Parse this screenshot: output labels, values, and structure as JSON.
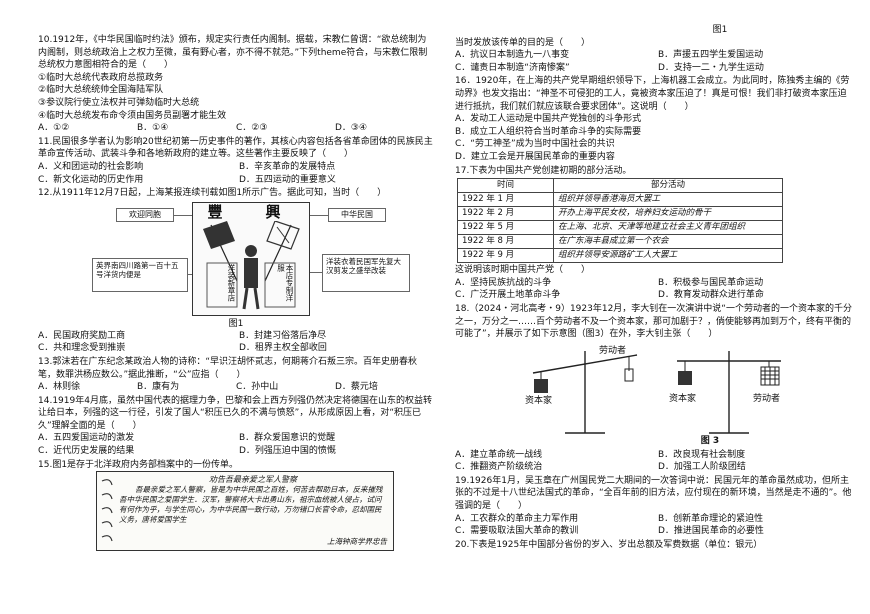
{
  "left": {
    "q10": {
      "stem": "10.1912年，《中华民国临时约法》颁布，规定实行责任内阁制。据载，宋教仁曾谓：“欲总统制为内阁制，则总统政治上之权力至微，虽有野心者，亦不得不就范。”下列theme符合，与宋教仁限制总统权力意图相符合的是（　　）",
      "items": [
        "①临时大总统代表政府总揽政务",
        "②临时大总统统帅全国海陆军队",
        "③参议院行使立法权并可弹劾临时大总统",
        "④临时大总统发布命令须由国务员副署才能生效"
      ],
      "options": [
        "A．①②",
        "B．①④",
        "C．②③",
        "D．③④"
      ]
    },
    "q11": {
      "stem": "11.民国很多学者认为影响20世纪初第一历史事件的著作，其核心内容包括各省革命团体的民族民主革命宣传活动、武装斗争和各地新政府的建立等。这些著作主要反映了（　　）",
      "options": [
        "A．义和团运动的社会影响",
        "B．辛亥革命的发展特点",
        "C．新文化运动的历史作用",
        "D．五四运动的重要意义"
      ]
    },
    "q12": {
      "stem": "12.从1911年12月7日起，上海某报连续刊载如图1所示广告。据此可知，当时（　　）",
      "ad_title": "豐　興",
      "flag_left": "欢迎同胞",
      "flag_right": "中华民国",
      "box_left": "英界南四川路第一百十五号洋货内便是",
      "box_right": "洋装衣着民国军先复大汉剪发之盛举改装",
      "sign_left": "洋装新章店",
      "sign_right": "本店专制洋服",
      "caption": "图1",
      "options": [
        "A．民国政府奖励工商",
        "B．封建习俗落后净尽",
        "C．共和理念受到推崇",
        "D．租界主权全部收回"
      ]
    },
    "q13": {
      "stem": "13.郭沫若在广东纪念某政治人物的诗称：“早识汪胡怀贰志，何期蒋介石叛三宗。百年史册春秋笔，数罪洪杨应数公。”据此推断，“公”应指（　　）",
      "options": [
        "A．林则徐",
        "B．康有为",
        "C．孙中山",
        "D．蔡元培"
      ]
    },
    "q14": {
      "stem": "14.1919年4月底，虽然中国代表的据理力争，巴黎和会上西方列强仍然决定将德国在山东的权益转让给日本，列强的这一行径，引发了国人“积压已久的不满与愤怒”，从形成原因上看，对“积压已久”理解全面的是（　　）",
      "options": [
        "A．五四爱国运动的激发",
        "B．群众爱国意识的觉醒",
        "C．近代历史发展的结果",
        "D．列强压迫中国的愤慨"
      ]
    },
    "q15": {
      "stem": "15.图1是存于北洋政府内务部档案中的一份传单。",
      "title": "劝告吾最亲爱之军人警察",
      "body": "吾最亲爱之军人警察，皆是为中华民国之百姓，何苦去帮助日本，反来摧残吾中华民国之爱国学生．汉军，警察将大卡出勇山东，祖宗血统被人侵占，试问有何作为乎，与学生同心，为中华民国一致行动，万勿错口长官令命，忍却国民义务，唐将爱国学生",
      "signature": "上海钟商学界忠告"
    }
  },
  "right": {
    "fig1_caption": "图1",
    "q15_cont": "当时发放该传单的目的是（　　）",
    "q15_options": [
      "A．抗议日本制造九一八事变",
      "B．声援五四学生爱国运动",
      "C．谴责日本制造“济南惨案”",
      "D．支持一二・九学生运动"
    ],
    "q16": {
      "stem": "16．1920年，在上海的共产党早期组织领导下，上海机器工会成立。为此同时，陈独秀主编的《劳动界》也发文指出：“神圣不可侵犯的工人，竟被资本家压迫了！真是可恨！我们非打破资本家压迫进行抵抗，我们就们就应该联合要求团体”。这说明（　　）",
      "options": [
        "A．发动工人运动是中国共产党独创的斗争形式",
        "B．成立工人组织符合当时革命斗争的实际需要",
        "C．“劳工神圣”成为当时中国社会的共识",
        "D．建立工会是开展国民革命的重要内容"
      ]
    },
    "q17": {
      "stem": "17.下表为中国共产党创建初期的部分活动。",
      "table_headers": [
        "时间",
        "部分活动"
      ],
      "table_rows": [
        [
          "1922 年 1 月",
          "组织并领导香港海员大罢工"
        ],
        [
          "1922 年 2 月",
          "开办上海平民女校，培养妇女运动的骨干"
        ],
        [
          "1922 年 5 月",
          "在上海、北京、天津等地建立社会主义青年团组织"
        ],
        [
          "1922 年 8 月",
          "在广东海丰县成立第一个农会"
        ],
        [
          "1922 年 9 月",
          "组织并领导安源路矿工人大罢工"
        ]
      ],
      "cont": "这说明该时期中国共产党（　　）",
      "options": [
        "A．坚持民族抗战的斗争",
        "B．积极参与国民革命运动",
        "C．广泛开展土地革命斗争",
        "D．教育发动群众进行革命"
      ]
    },
    "q18": {
      "stem": "18.（2024・河北高考・9）1923年12月，李大钊在一次演讲中说“一个劳动者的一个资本家的千分之一，万分之一……百个劳动者不及一个资本家，那可加剧于？，倘使能够再加到万个，终有平衡的可能了”，并展示了如下示意图（图3）在外，李大钊主张（　　）",
      "capitalist": "资本家",
      "labor": "劳动者",
      "caption": "图 3",
      "options": [
        "A．建立革命统一战线",
        "B．改良现有社会制度",
        "C．推翻资产阶级统治",
        "D．加强工人阶级团结"
      ]
    },
    "q19": {
      "stem": "19.1926年1月，吴玉章在广州国民党二大期间的一次答词中说：民国元年的革命虽然成功，但所主张的不过是十八世纪法国式的革命，“全百年前的旧方法，应付现在的新环境，当然是走不通的”。他强调的是（　　）",
      "options": [
        "A．工农群众的革命主力军作用",
        "B．创新革命理论的紧迫性",
        "C．需要吸取法国大革命的教训",
        "D．推进国民革命的必要性"
      ]
    },
    "q20": "20.下表是1925年中国部分省份的岁入、岁出总额及军费数据（单位：银元）"
  }
}
